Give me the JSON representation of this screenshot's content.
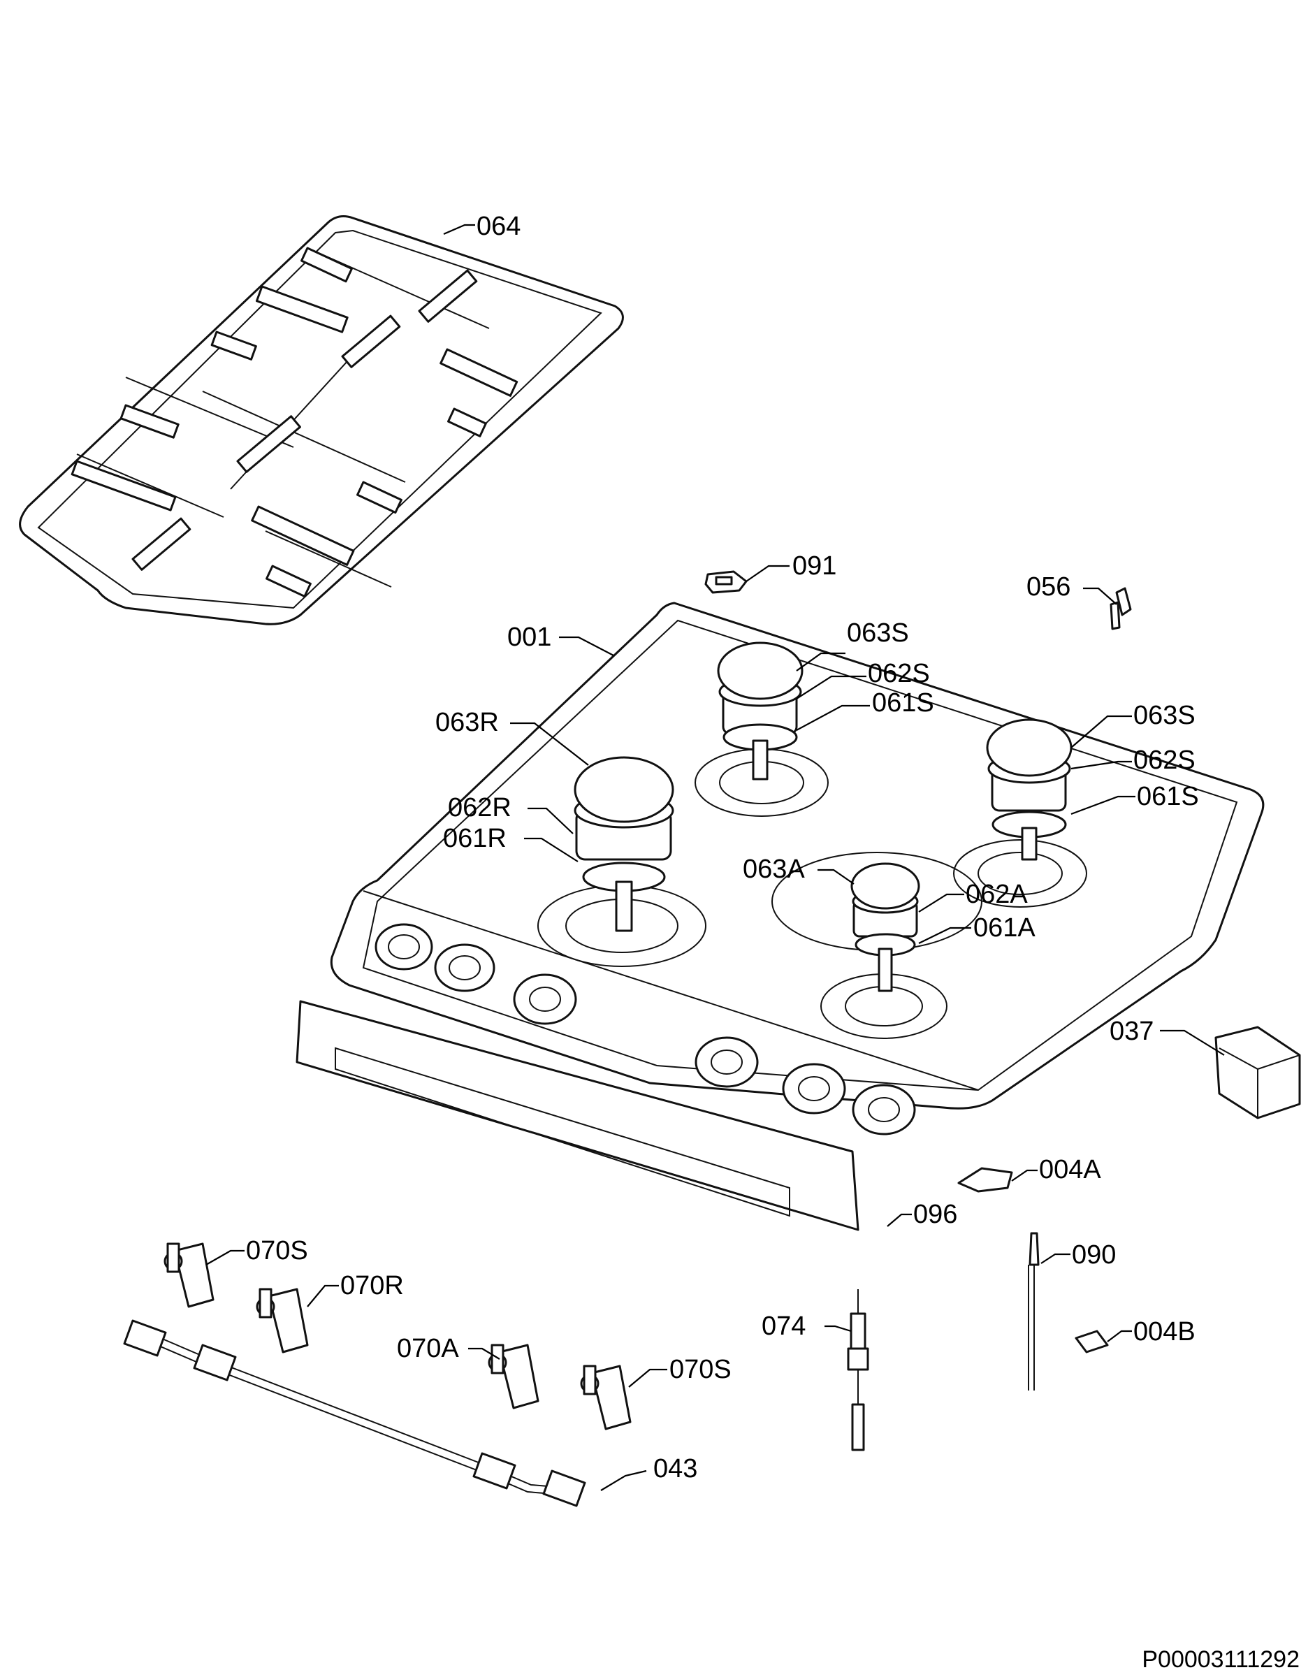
{
  "diagram": {
    "callouts": {
      "c064": "064",
      "c091": "091",
      "c056": "056",
      "c001": "001",
      "c063S_1": "063S",
      "c062S_1": "062S",
      "c061S_1": "061S",
      "c063R": "063R",
      "c063S_2": "063S",
      "c062S_2": "062S",
      "c062R": "062R",
      "c061S_2": "061S",
      "c061R": "061R",
      "c063A": "063A",
      "c062A": "062A",
      "c061A": "061A",
      "c037": "037",
      "c004A": "004A",
      "c096": "096",
      "c070S_1": "070S",
      "c090": "090",
      "c070R": "070R",
      "c074": "074",
      "c004B": "004B",
      "c070A": "070A",
      "c070S_2": "070S",
      "c043": "043"
    },
    "reference_code": "P00003111292"
  }
}
